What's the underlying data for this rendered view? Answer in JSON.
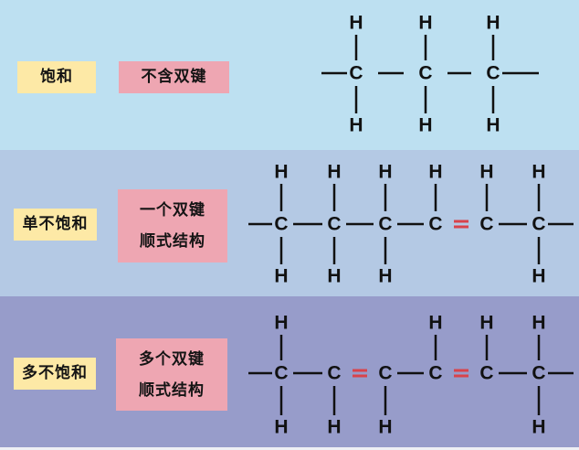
{
  "rows": [
    {
      "category": "饱和",
      "description_lines": [
        "不含双键"
      ],
      "carbon_count": 3,
      "double_bonds_after_carbon_index": [],
      "top_h": [
        true,
        true,
        true
      ],
      "bottom_h": [
        true,
        true,
        true
      ]
    },
    {
      "category": "单不饱和",
      "description_lines": [
        "一个双键",
        "顺式结构"
      ],
      "carbon_count": 6,
      "double_bonds_after_carbon_index": [
        3
      ],
      "top_h": [
        true,
        true,
        true,
        true,
        true,
        true
      ],
      "bottom_h": [
        true,
        true,
        true,
        false,
        false,
        true
      ]
    },
    {
      "category": "多不饱和",
      "description_lines": [
        "多个双键",
        "顺式结构"
      ],
      "carbon_count": 6,
      "double_bonds_after_carbon_index": [
        1,
        3
      ],
      "top_h": [
        true,
        false,
        false,
        true,
        true,
        true
      ],
      "bottom_h": [
        true,
        true,
        true,
        false,
        false,
        true
      ]
    }
  ],
  "atoms": {
    "carbon": "C",
    "hydrogen": "H"
  },
  "colors": {
    "band_saturated": "#bde0f1",
    "band_mono": "#b4c9e4",
    "band_poly": "#979cca",
    "category_box": "#fde9a6",
    "description_box": "#eea6b2",
    "double_bond": "#d9434b",
    "single_bond": "#111111"
  }
}
